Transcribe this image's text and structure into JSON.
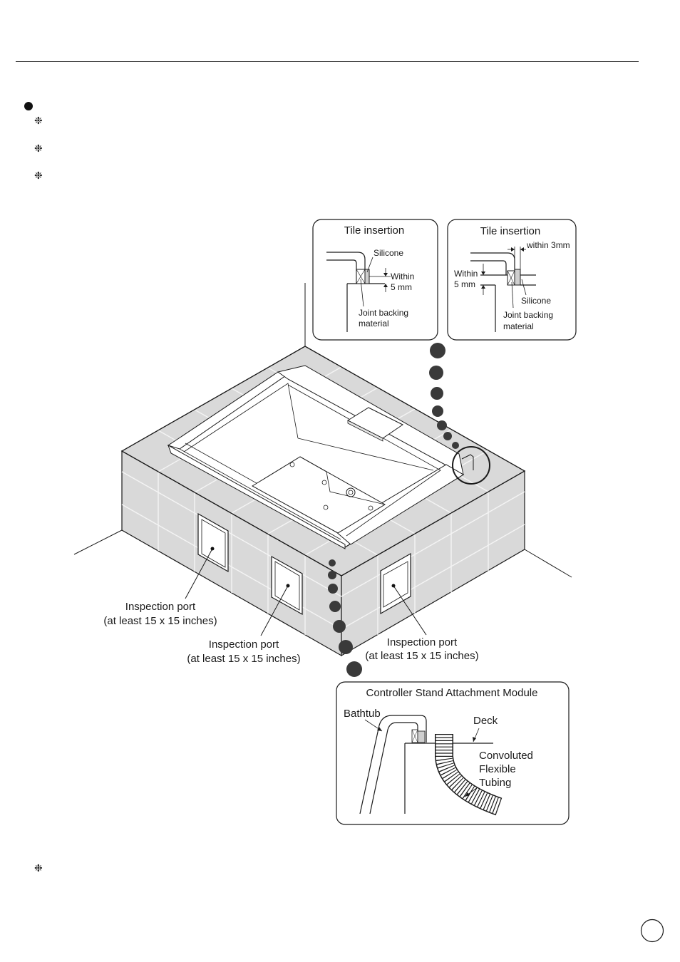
{
  "markers": {
    "snowflake": "❉"
  },
  "diagram": {
    "detail_left": {
      "title": "Tile insertion",
      "silicone": "Silicone",
      "within_line1": "Within",
      "within_line2": "5 mm",
      "joint_line1": "Joint backing",
      "joint_line2": "material"
    },
    "detail_right": {
      "title": "Tile insertion",
      "within_3mm": "within 3mm",
      "within_line1": "Within",
      "within_line2": "5 mm",
      "silicone": "Silicone",
      "joint_line1": "Joint backing",
      "joint_line2": "material"
    },
    "inspection_ports": [
      {
        "line1": "Inspection port",
        "line2": "(at least 15 x 15 inches)"
      },
      {
        "line1": "Inspection port",
        "line2": "(at least 15 x 15 inches)"
      },
      {
        "line1": "Inspection port",
        "line2": "(at least 15 x 15 inches)"
      }
    ],
    "controller_module": {
      "title": "Controller Stand Attachment Module",
      "bathtub": "Bathtub",
      "deck": "Deck",
      "tubing_line1": "Convoluted",
      "tubing_line2": "Flexible",
      "tubing_line3": "Tubing"
    }
  },
  "colors": {
    "tile_fill": "#d9d9d9",
    "tile_grout": "#f4f4f4",
    "line": "#1a1a1a",
    "tub_fill": "#ffffff"
  }
}
